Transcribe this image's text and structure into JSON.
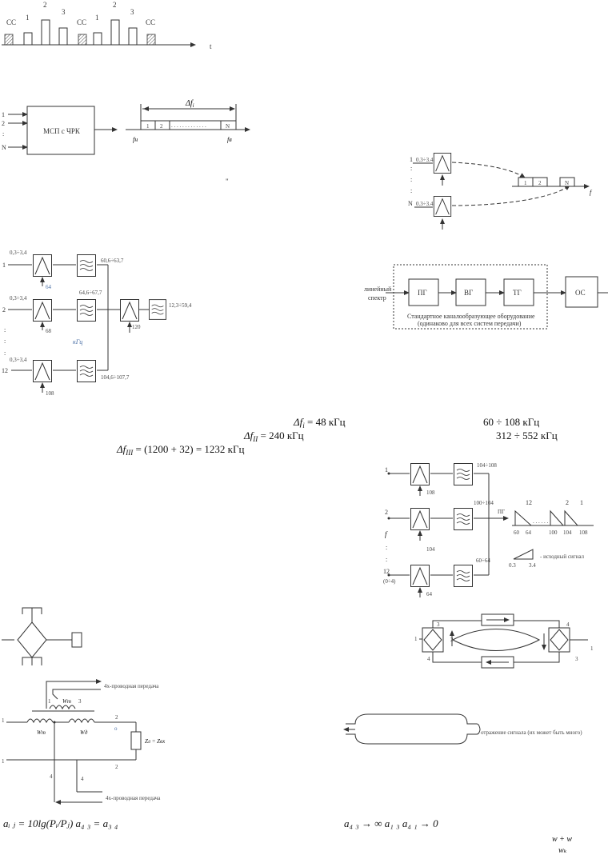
{
  "tdm": {
    "labels": [
      "СС",
      "1",
      "2",
      "3",
      "СС",
      "1",
      "2",
      "3",
      "СС"
    ],
    "t_label": "t"
  },
  "msp": {
    "inputs": [
      "1",
      "2",
      ":",
      "N"
    ],
    "box_label": "МСП с ЧРК",
    "delta_label": "Δf",
    "delta_sub": "i",
    "slots": [
      "1",
      "2",
      "N"
    ],
    "dots": ". . . . . . . . . . . . .",
    "fn_label": "fн",
    "fv_label": "fв",
    "quote_mark": "\""
  },
  "fdm_small": {
    "row1_num": "1",
    "row1_band": "0.3÷3.4",
    "rowN_num": "N",
    "rowN_band": "0.3÷3.4",
    "vdots": ":",
    "slots": [
      "1",
      "2",
      "N"
    ],
    "f_label": "f"
  },
  "pg12": {
    "rows": [
      {
        "num": "1",
        "band": "0,3÷3,4",
        "carrier": "64",
        "out": "60,6÷63,7"
      },
      {
        "num": "2",
        "band": "0,3÷3,4",
        "carrier": "68",
        "out": "64,6÷67,7"
      },
      {
        "num": "12",
        "band": "0,3÷3,4",
        "carrier": "108",
        "out": "104,6÷107,7"
      }
    ],
    "vdots": ":",
    "khz_label": "кГц",
    "group_carrier": "120",
    "group_out": "12,3÷59,4"
  },
  "std": {
    "input_label_1": "линейный",
    "input_label_2": "спектр",
    "blocks": [
      "ПГ",
      "ВГ",
      "ТГ"
    ],
    "os_label": "ОС",
    "caption_1": "Стандартное каналообразующее оборудование",
    "caption_2": "(одинаково для всех систем передачи)"
  },
  "formulas": {
    "f1_lhs": "Δf",
    "f1_sub": "i",
    "f1_rhs": " = 48 кГц",
    "f2_lhs": "Δf",
    "f2_sub": "II",
    "f2_rhs": " = 240 кГц",
    "f3_lhs": "Δf",
    "f3_sub": "III",
    "f3_rhs": " = (1200 + 32) = 1232 кГц",
    "r1": "60 ÷ 108 кГц",
    "r2": "312 ÷ 552 кГц"
  },
  "pg_right": {
    "rows": [
      {
        "num": "1",
        "carrier": "108",
        "out": "104÷108"
      },
      {
        "num": "2",
        "carrier": "104",
        "out": "100÷104"
      },
      {
        "num": "12",
        "carrier": "64",
        "out": "60÷64"
      }
    ],
    "f_label": "f",
    "vdots": ":",
    "band_label": "(0÷4)",
    "pg_label": "ПГ",
    "spec_top": [
      "12",
      "2",
      "1"
    ],
    "spec_bottom": [
      "60",
      "64",
      "100",
      "104",
      "108"
    ],
    "spec_dots": ". . . . . .",
    "src_low": "0.3",
    "src_high": "3.4",
    "src_label": "-  исходный сигнал"
  },
  "hybrid_loop": {
    "left_num": "1",
    "corner_nums": [
      "3",
      "4",
      "4",
      "3"
    ],
    "right_num": "1",
    "mid_num": "2"
  },
  "transformer": {
    "top_label": "4х-проводная передача",
    "bottom_label": "4х-проводная передача",
    "winding_labels": [
      "Wт",
      "Wд",
      "Wт"
    ],
    "tap_labels": [
      "1",
      "1",
      "3"
    ],
    "port_labels": [
      "1",
      "1",
      "2",
      "2",
      "4",
      "4"
    ],
    "load_label": "Zл = Zвх"
  },
  "line": {
    "reflection_label": "отражение сигнала (их может быть много)"
  },
  "bottom": {
    "left_formula": "aᵢ ⱼ = 10lg(Pᵢ/Pⱼ)   a₄ ₃ = a₃ ₄",
    "right_formula": "a₄ ₃ → ∞     a₁ ₃    a₄ ₁ → 0",
    "frac_top": "w + w",
    "frac_bottom": "wₖ"
  }
}
